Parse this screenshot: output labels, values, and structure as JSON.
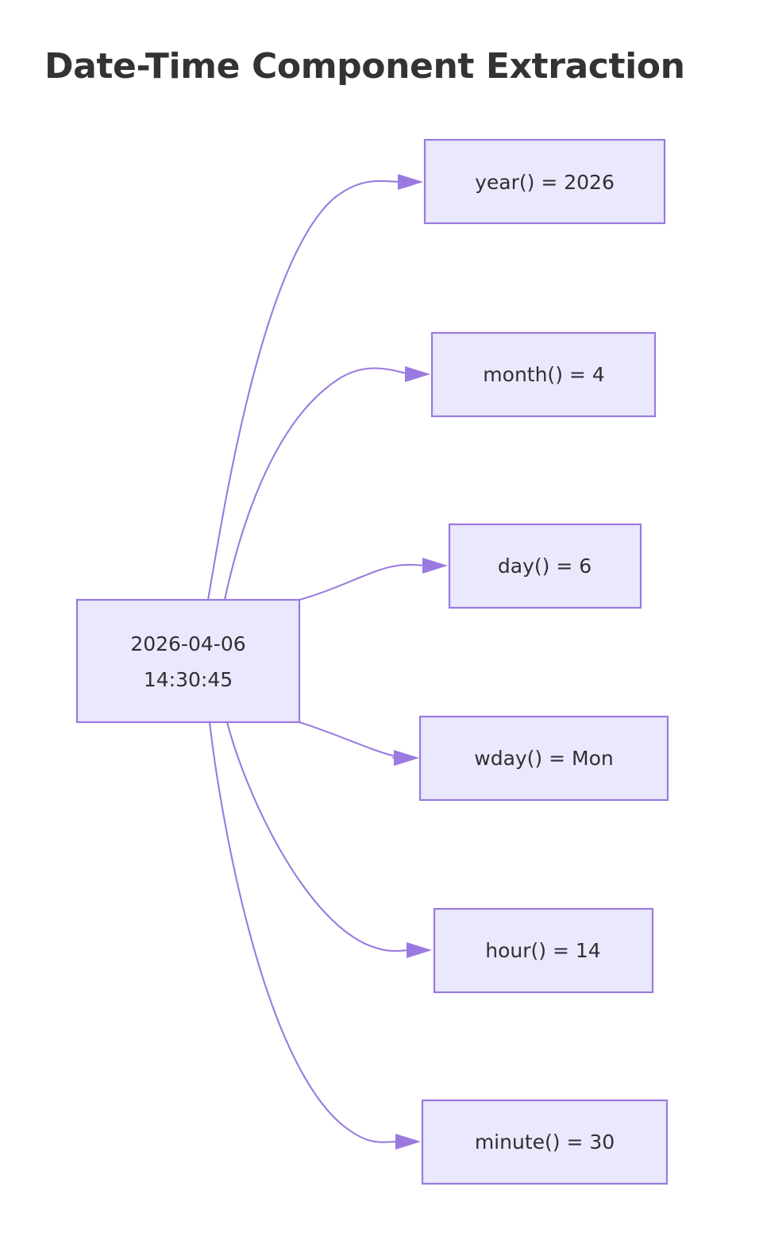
{
  "title": "Date-Time Component Extraction",
  "theme": {
    "background": "#ffffff",
    "node_fill": "#eae8fc",
    "node_border": "#9a7ae0",
    "edge_color": "#9a7ae0",
    "text_color": "#2f2f33",
    "title_color": "#333333"
  },
  "source_node": {
    "id": "source",
    "line1": "2026-04-06",
    "line2": "14:30:45"
  },
  "nodes": [
    {
      "id": "year",
      "label": "year() = 2026"
    },
    {
      "id": "month",
      "label": "month() = 4"
    },
    {
      "id": "day",
      "label": "day() = 6"
    },
    {
      "id": "wday",
      "label": "wday() = Mon"
    },
    {
      "id": "hour",
      "label": "hour() = 14"
    },
    {
      "id": "minute",
      "label": "minute() = 30"
    }
  ],
  "edges": [
    {
      "from": "source",
      "to": "year",
      "arrow": "arrow-icon"
    },
    {
      "from": "source",
      "to": "month",
      "arrow": "arrow-icon"
    },
    {
      "from": "source",
      "to": "day",
      "arrow": "arrow-icon"
    },
    {
      "from": "source",
      "to": "wday",
      "arrow": "arrow-icon"
    },
    {
      "from": "source",
      "to": "hour",
      "arrow": "arrow-icon"
    },
    {
      "from": "source",
      "to": "minute",
      "arrow": "arrow-icon"
    }
  ]
}
